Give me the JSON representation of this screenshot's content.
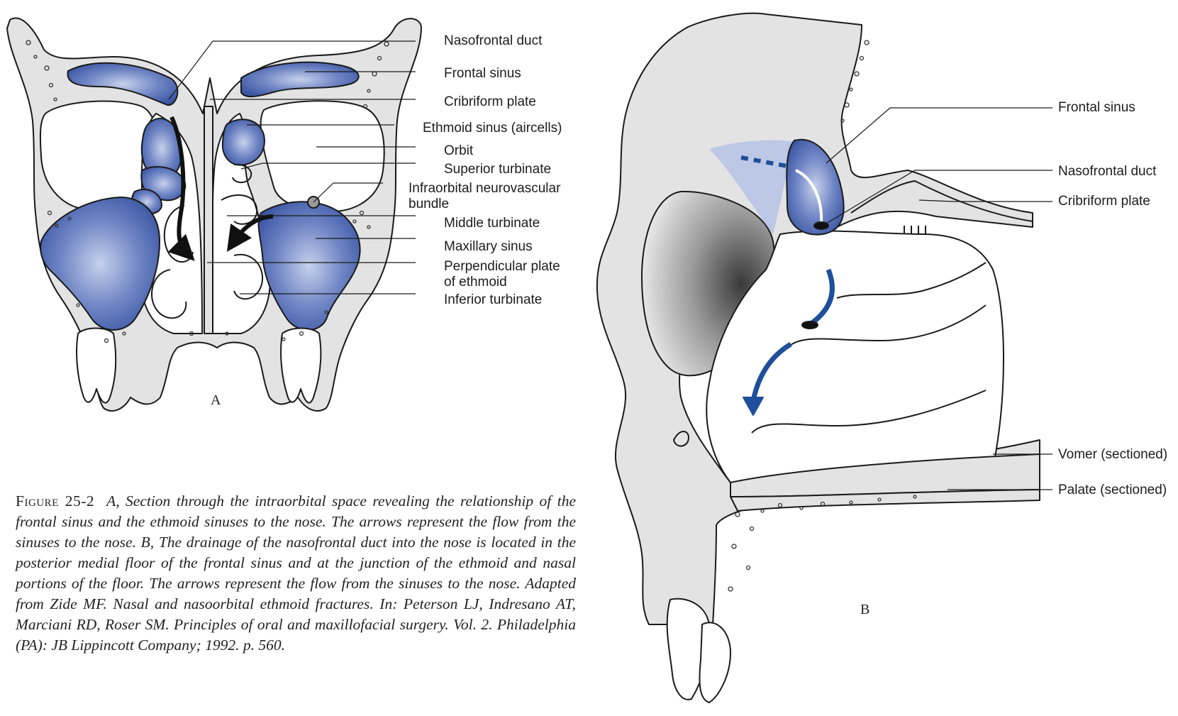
{
  "panel_a": {
    "letter": "A",
    "labels": {
      "nasofrontal_duct": "Nasofrontal duct",
      "frontal_sinus": "Frontal sinus",
      "cribriform_plate": "Cribriform plate",
      "ethmoid_sinus": "Ethmoid sinus (aircells)",
      "orbit": "Orbit",
      "superior_turbinate": "Superior turbinate",
      "infraorbital_1": "Infraorbital neurovascular",
      "infraorbital_2": "bundle",
      "middle_turbinate": "Middle turbinate",
      "maxillary_sinus": "Maxillary sinus",
      "perpendicular_1": "Perpendicular plate",
      "perpendicular_2": "of ethmoid",
      "inferior_turbinate": "Inferior turbinate"
    }
  },
  "panel_b": {
    "letter": "B",
    "labels": {
      "frontal_sinus": "Frontal sinus",
      "nasofrontal_duct": "Nasofrontal duct",
      "cribriform_plate": "Cribriform plate",
      "vomer": "Vomer (sectioned)",
      "palate": "Palate (sectioned)"
    }
  },
  "caption": {
    "figure_number": "Figure 25-2",
    "text": "A, Section through the intraorbital space revealing the relationship of the frontal sinus and the ethmoid sinuses to the nose. The arrows represent the flow from the sinuses to the nose. B, The drainage of the nasofrontal duct into the nose is located in the posterior medial floor of the frontal sinus and at the junction of the ethmoid and nasal portions of the floor. The arrows represent the flow from the sinuses to the nose. Adapted from Zide MF. Nasal and nasoorbital ethmoid fractures. In: Peterson LJ, Indresano AT, Marciani RD, Roser SM. Principles of oral and maxillofacial surgery. Vol. 2. Philadelphia (PA): JB Lippincott Company; 1992. p. 560."
  },
  "colors": {
    "bone": "#e3e3e3",
    "sinus": "#3e5aa8",
    "sinus_light": "#9fb0dc",
    "arrow_blue": "#1f4f9a",
    "line": "#1a1a1a"
  }
}
